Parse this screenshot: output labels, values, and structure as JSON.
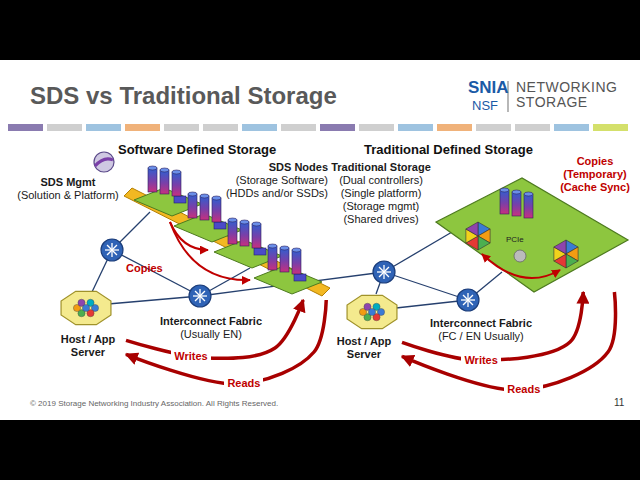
{
  "diagram": {
    "title": "SDS vs Traditional Storage",
    "nodes": [
      {
        "text": [
          "SDS Mgmt",
          "(Solution & Platform)"
        ]
      },
      {
        "text": [
          "SDS Nodes",
          "(Storage Software) (HDDs and/or SSDs)"
        ]
      },
      {
        "text": [
          "Host / App Server"
        ]
      },
      {
        "text": [
          "Interconnect Fabric",
          "(Usually EN)"
        ]
      },
      {
        "text": [
          "Traditional Storage",
          "(Dual controllers) (Single platform) (Storage mgmt) (Shared drives)"
        ]
      },
      {
        "text": [
          "Host / App Server"
        ]
      },
      {
        "text": [
          "Interconnect Fabric",
          "(FC / EN Usually)"
        ]
      }
    ],
    "edges": [
      {
        "from": 2,
        "to": 1,
        "arrow": "to",
        "label": "Writes"
      },
      {
        "from": 1,
        "to": 2,
        "arrow": "to",
        "label": "Reads"
      },
      {
        "from": 5,
        "to": 4,
        "arrow": "to",
        "label": "Writes"
      },
      {
        "from": 4,
        "to": 5,
        "arrow": "to",
        "label": "Reads"
      }
    ],
    "labels": [
      "Software Defined Storage",
      "Traditional Defined Storage",
      "Copies",
      "Copies (Temporary) (Cache Sync)",
      "PCIe",
      "SNIA",
      "NSF",
      "NETWORKING STORAGE",
      "© 2019 Storage Networking Industry Association. All Rights Reserved.",
      "11"
    ]
  }
}
